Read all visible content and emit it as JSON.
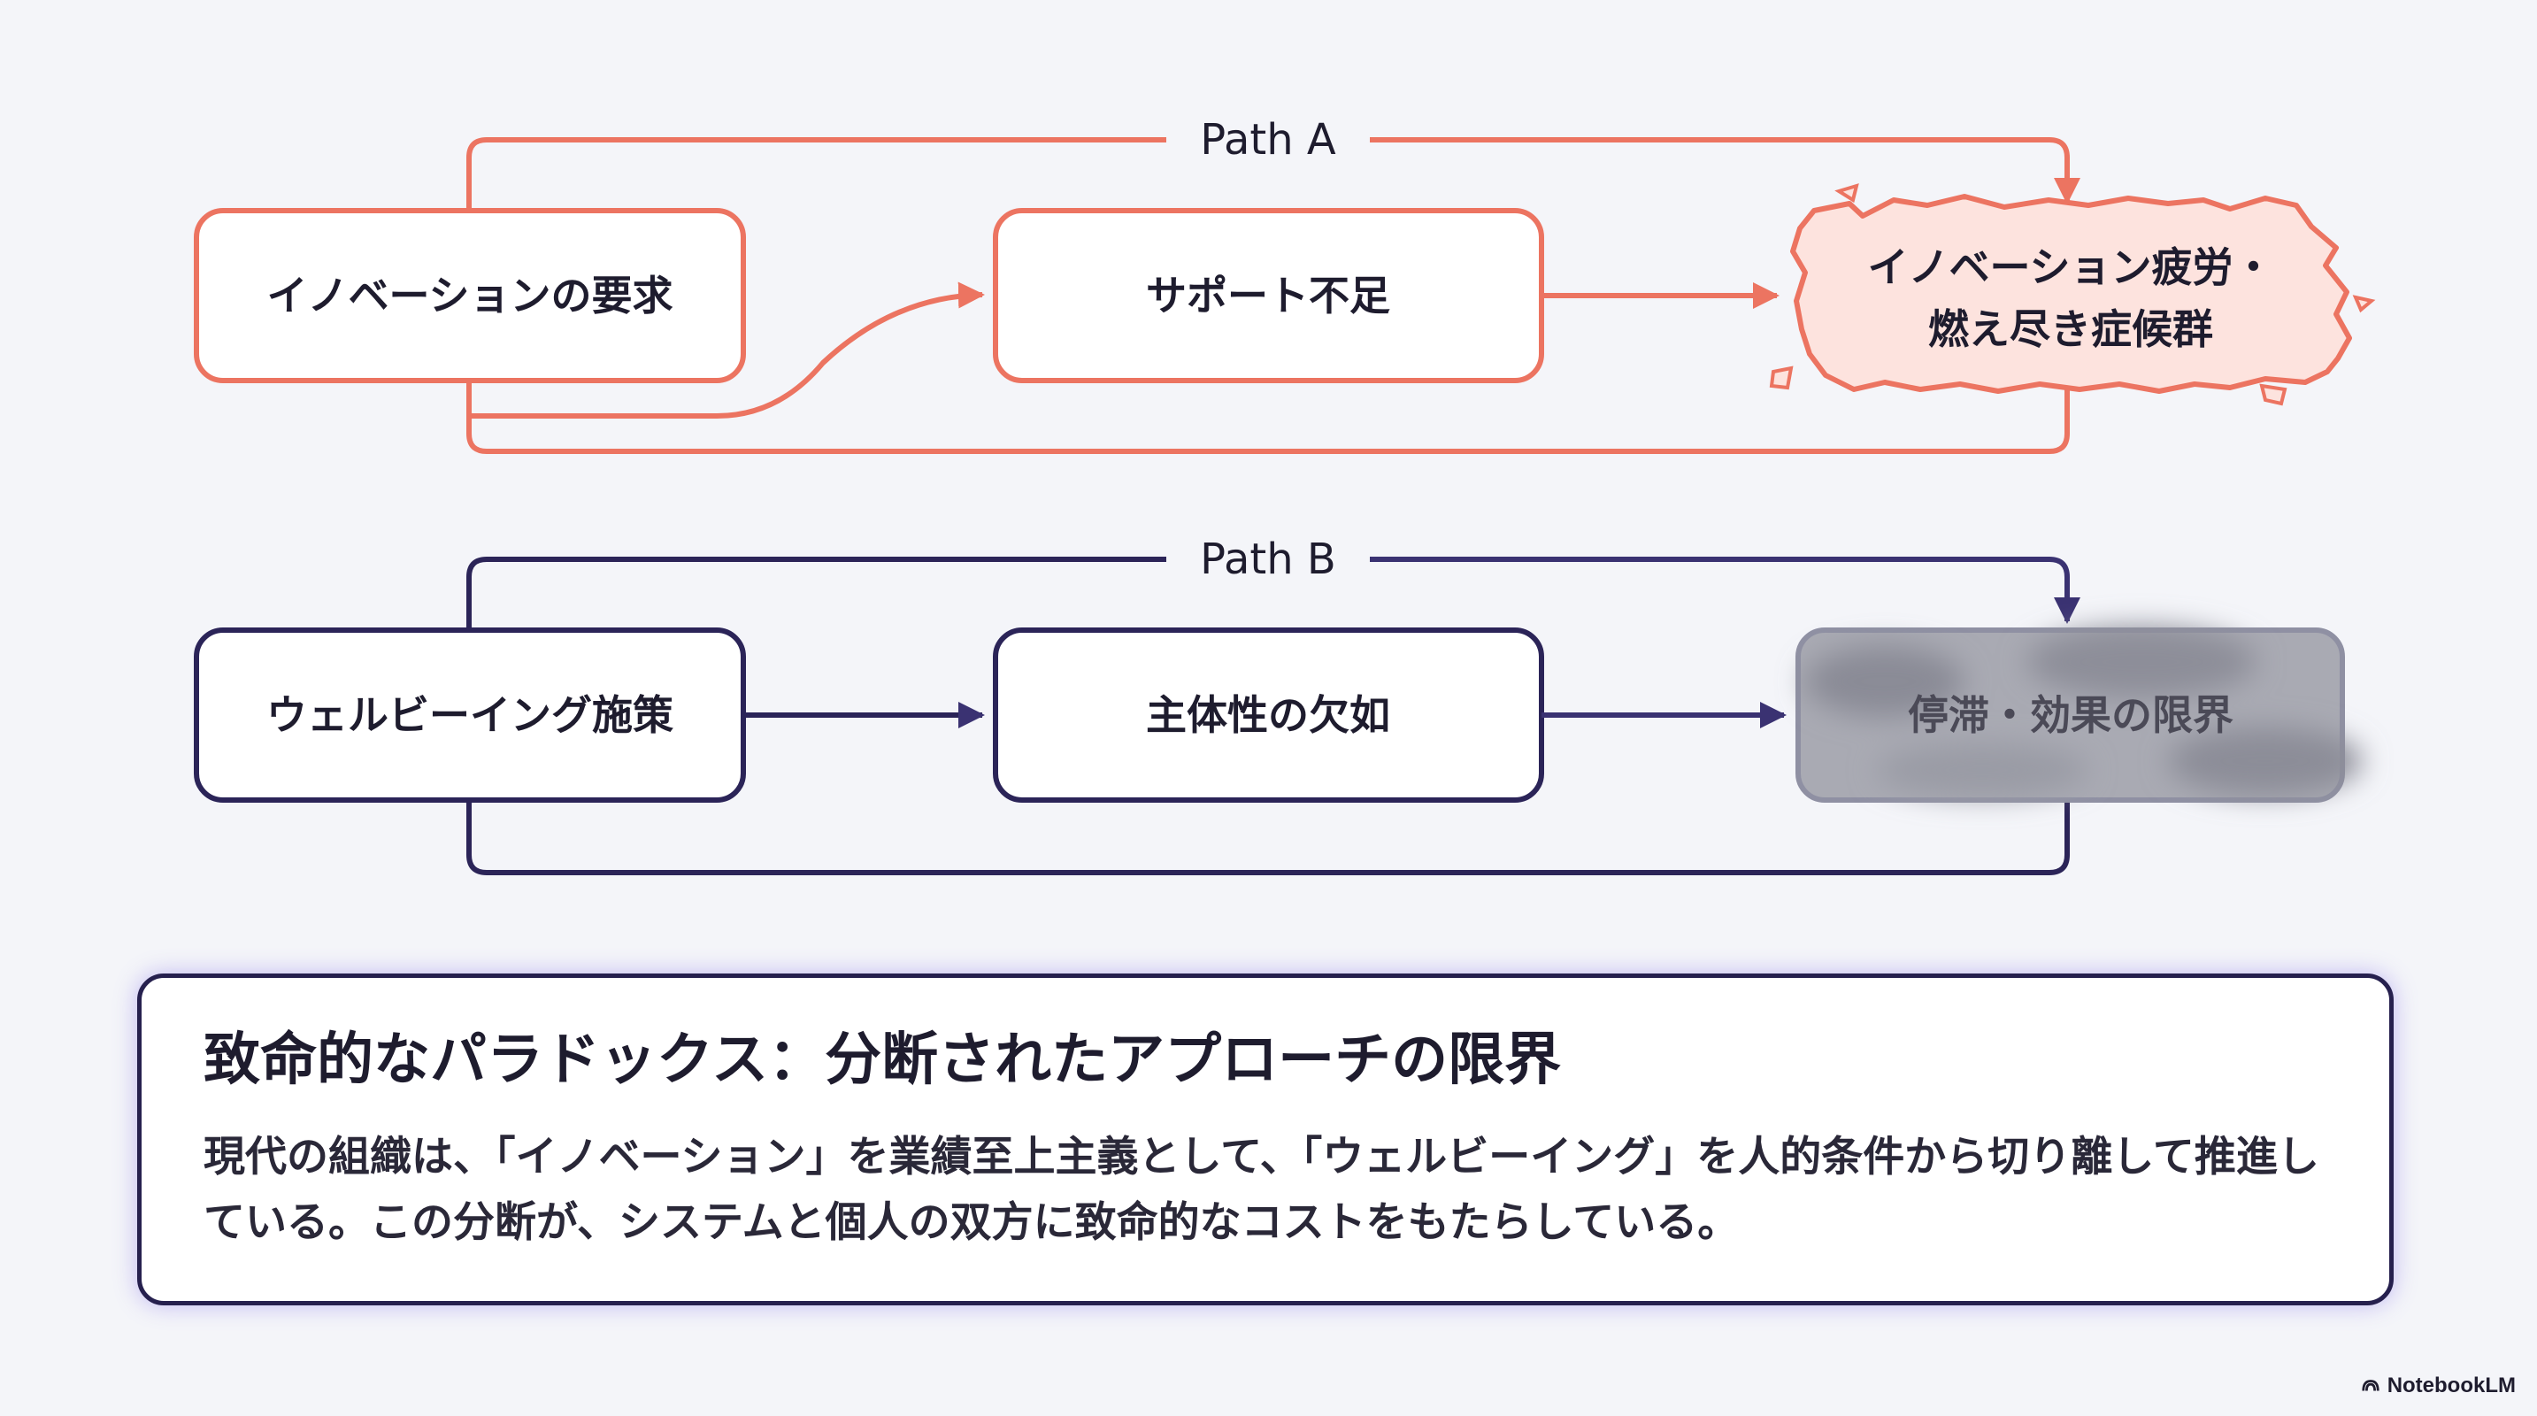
{
  "diagram": {
    "path_a": {
      "label": "Path A",
      "color": "#ec7461",
      "nodes": {
        "n1": "イノベーションの要求",
        "n2": "サポート不足",
        "n3_line1": "イノベーション疲労・",
        "n3_line2": "燃え尽き症候群"
      }
    },
    "path_b": {
      "label": "Path B",
      "color": "#2b2458",
      "nodes": {
        "n1": "ウェルビーイング施策",
        "n2": "主体性の欠如",
        "n3": "停滞・効果の限界"
      }
    }
  },
  "summary": {
    "title": "致命的なパラドックス：分断されたアプローチの限界",
    "body": "現代の組織は、「イノベーション」を業績至上主義として、「ウェルビーイング」を人的条件から切り離して推進している。この分断が、システムと個人の双方に致命的なコストをもたらしている。"
  },
  "brand": {
    "name": "NotebookLM"
  }
}
